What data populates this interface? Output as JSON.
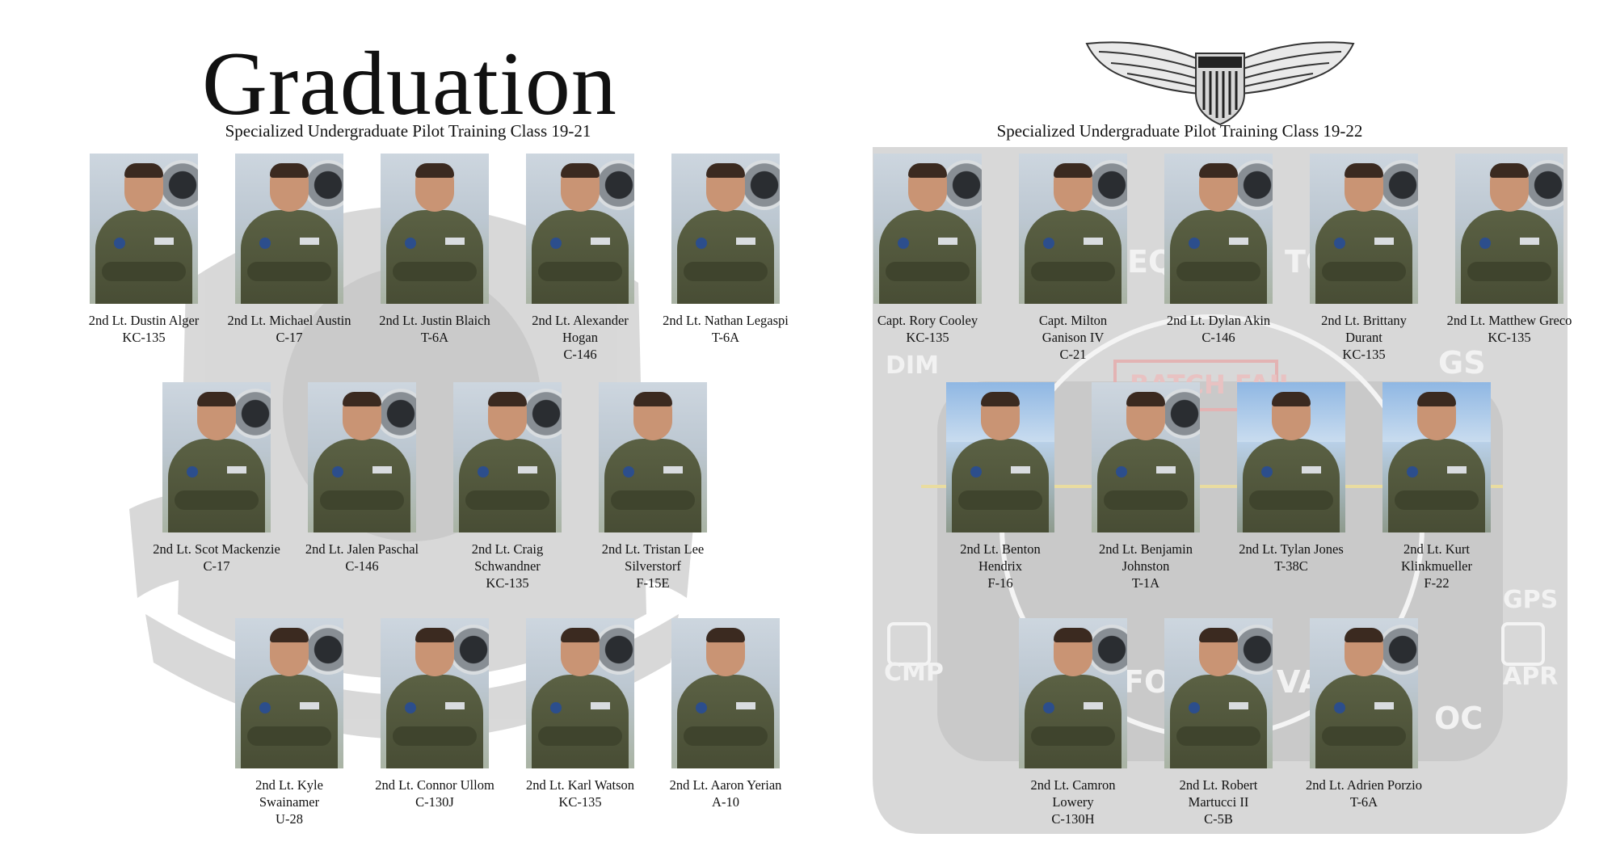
{
  "left_page": {
    "title": "Graduation",
    "subtitle": "Specialized Undergraduate Pilot Training Class 19-21",
    "graduates": [
      {
        "lines": [
          "2nd Lt. Dustin Alger",
          "KC-135"
        ]
      },
      {
        "lines": [
          "2nd Lt. Michael Austin",
          "C-17"
        ]
      },
      {
        "lines": [
          "2nd Lt. Justin Blaich",
          "T-6A"
        ]
      },
      {
        "lines": [
          "2nd Lt. Alexander",
          "Hogan",
          "C-146"
        ]
      },
      {
        "lines": [
          "2nd Lt. Nathan Legaspi",
          "T-6A"
        ]
      },
      {
        "lines": [
          "2nd Lt. Scot Mackenzie",
          "C-17"
        ]
      },
      {
        "lines": [
          "2nd Lt. Jalen Paschal",
          "C-146"
        ]
      },
      {
        "lines": [
          "2nd Lt. Craig",
          "Schwandner",
          "KC-135"
        ]
      },
      {
        "lines": [
          "2nd Lt. Tristan Lee",
          "Silverstorf",
          "F-15E"
        ]
      },
      {
        "lines": [
          "2nd Lt. Kyle",
          "Swainamer",
          "U-28"
        ]
      },
      {
        "lines": [
          "2nd Lt. Connor Ullom",
          "C-130J"
        ]
      },
      {
        "lines": [
          "2nd Lt. Karl Watson",
          "KC-135"
        ]
      },
      {
        "lines": [
          "2nd Lt. Aaron Yerian",
          "A-10"
        ]
      }
    ]
  },
  "right_page": {
    "subtitle": "Specialized Undergraduate Pilot Training Class 19-22",
    "graduates": [
      {
        "lines": [
          "Capt. Rory Cooley",
          "KC-135"
        ]
      },
      {
        "lines": [
          "Capt. Milton",
          "Ganison IV",
          "C-21"
        ]
      },
      {
        "lines": [
          "2nd Lt. Dylan Akin",
          "C-146"
        ]
      },
      {
        "lines": [
          "2nd Lt. Brittany",
          "Durant",
          "KC-135"
        ]
      },
      {
        "lines": [
          "2nd Lt. Matthew Greco",
          "KC-135"
        ]
      },
      {
        "lines": [
          "2nd Lt. Benton",
          "Hendrix",
          "F-16"
        ]
      },
      {
        "lines": [
          "2nd Lt. Benjamin",
          "Johnston",
          "T-1A"
        ]
      },
      {
        "lines": [
          "2nd Lt. Tylan Jones",
          "T-38C"
        ]
      },
      {
        "lines": [
          "2nd Lt. Kurt",
          "Klinkmueller",
          "F-22"
        ]
      },
      {
        "lines": [
          "2nd Lt. Camron",
          "Lowery",
          "C-130H"
        ]
      },
      {
        "lines": [
          "2nd Lt. Robert",
          "Martucci II",
          "C-5B"
        ]
      },
      {
        "lines": [
          "2nd Lt. Adrien Porzio",
          "T-6A"
        ]
      }
    ]
  },
  "background_panel": {
    "labels": [
      "DIM",
      "GS",
      "CMP",
      "GPS",
      "APR",
      "EQU",
      "TO",
      "BATCH FAIL",
      "FO",
      "VAL",
      "OC"
    ]
  },
  "colors": {
    "uniform": "#50563b",
    "panel_gray": "#d8d8d8",
    "text": "#111111"
  }
}
